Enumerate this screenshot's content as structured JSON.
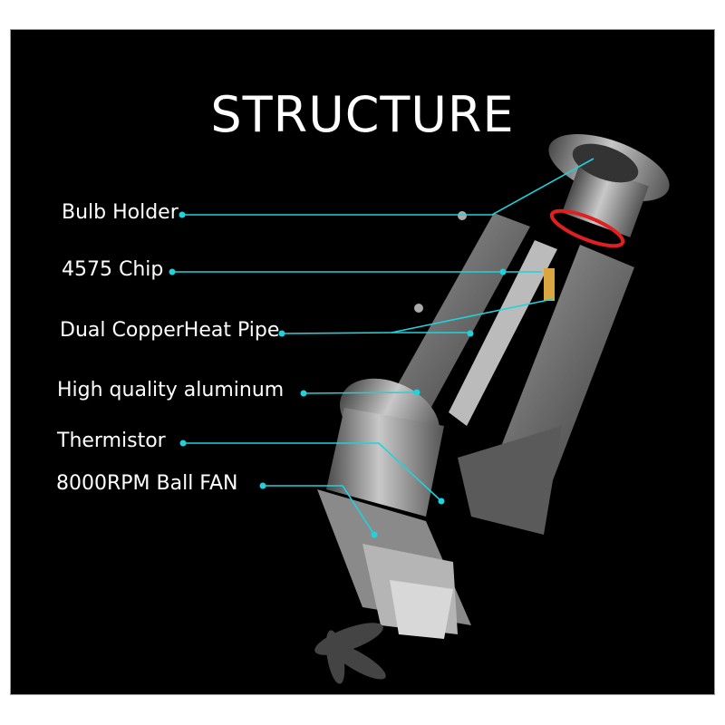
{
  "title": "STRUCTURE",
  "labels": [
    "Bulb Holder",
    "4575 Chip",
    "Dual CopperHeat Pipe",
    "High quality aluminum",
    "Thermistor",
    "8000RPM Ball FAN"
  ],
  "colors": {
    "background": "#000000",
    "leader": "#1fd3dc",
    "text": "#ffffff",
    "seal_ring": "#e02020"
  }
}
